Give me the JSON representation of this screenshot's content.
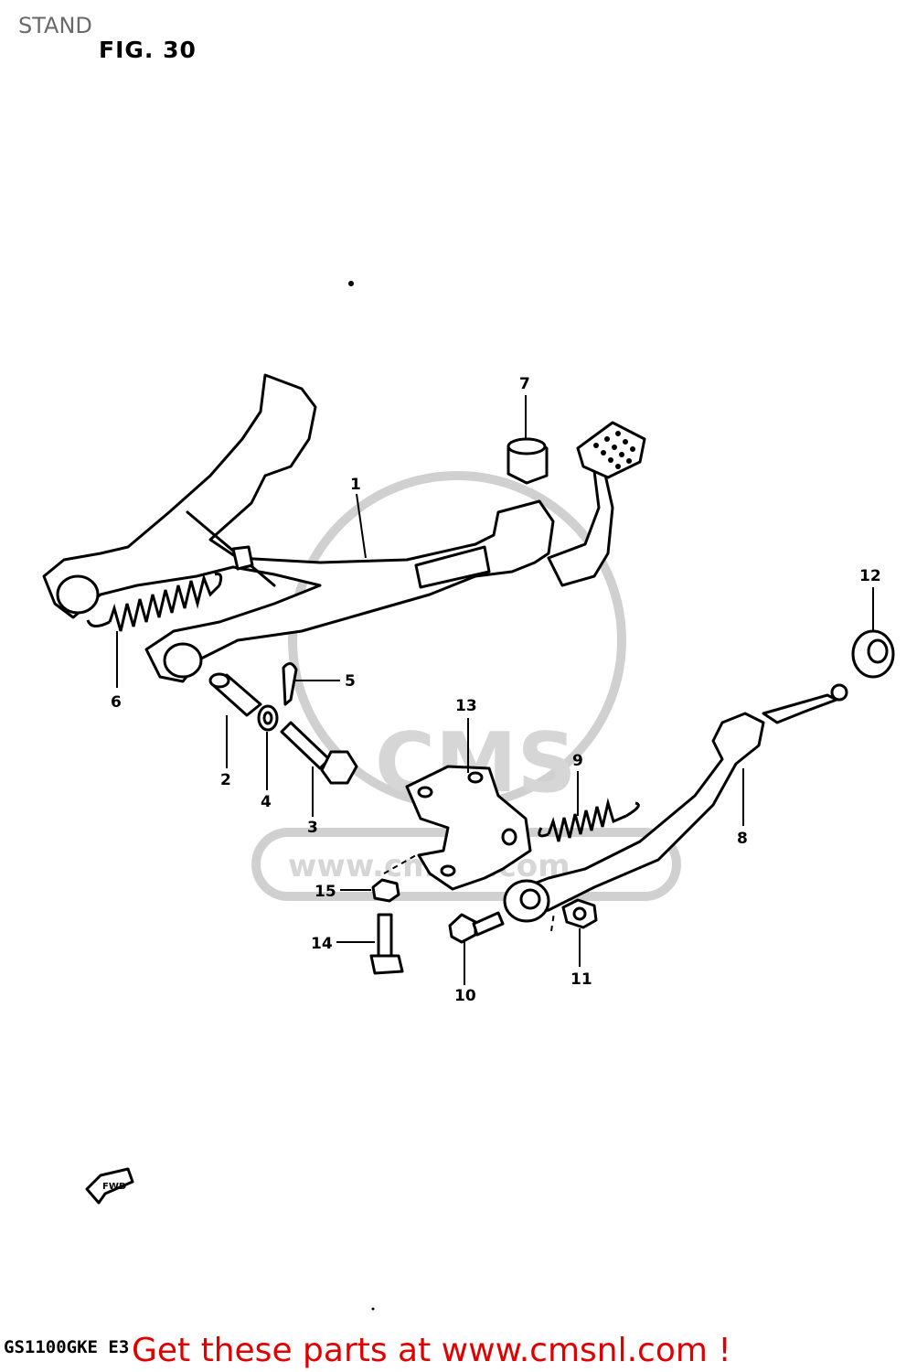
{
  "page": {
    "title": "STAND",
    "figure_label": "FIG. 30",
    "model_code": "GS1100GKE E3",
    "cta": "Get these parts at www.cmsnl.com !",
    "fwd_label": "FWD"
  },
  "watermark": {
    "text": "CMS",
    "url": "www.cmsnl.com"
  },
  "callouts": {
    "c1": "1",
    "c2": "2",
    "c3": "3",
    "c4": "4",
    "c5": "5",
    "c6": "6",
    "c7": "7",
    "c8": "8",
    "c9": "9",
    "c10": "10",
    "c11": "11",
    "c12": "12",
    "c13": "13",
    "c14": "14",
    "c15": "15"
  }
}
